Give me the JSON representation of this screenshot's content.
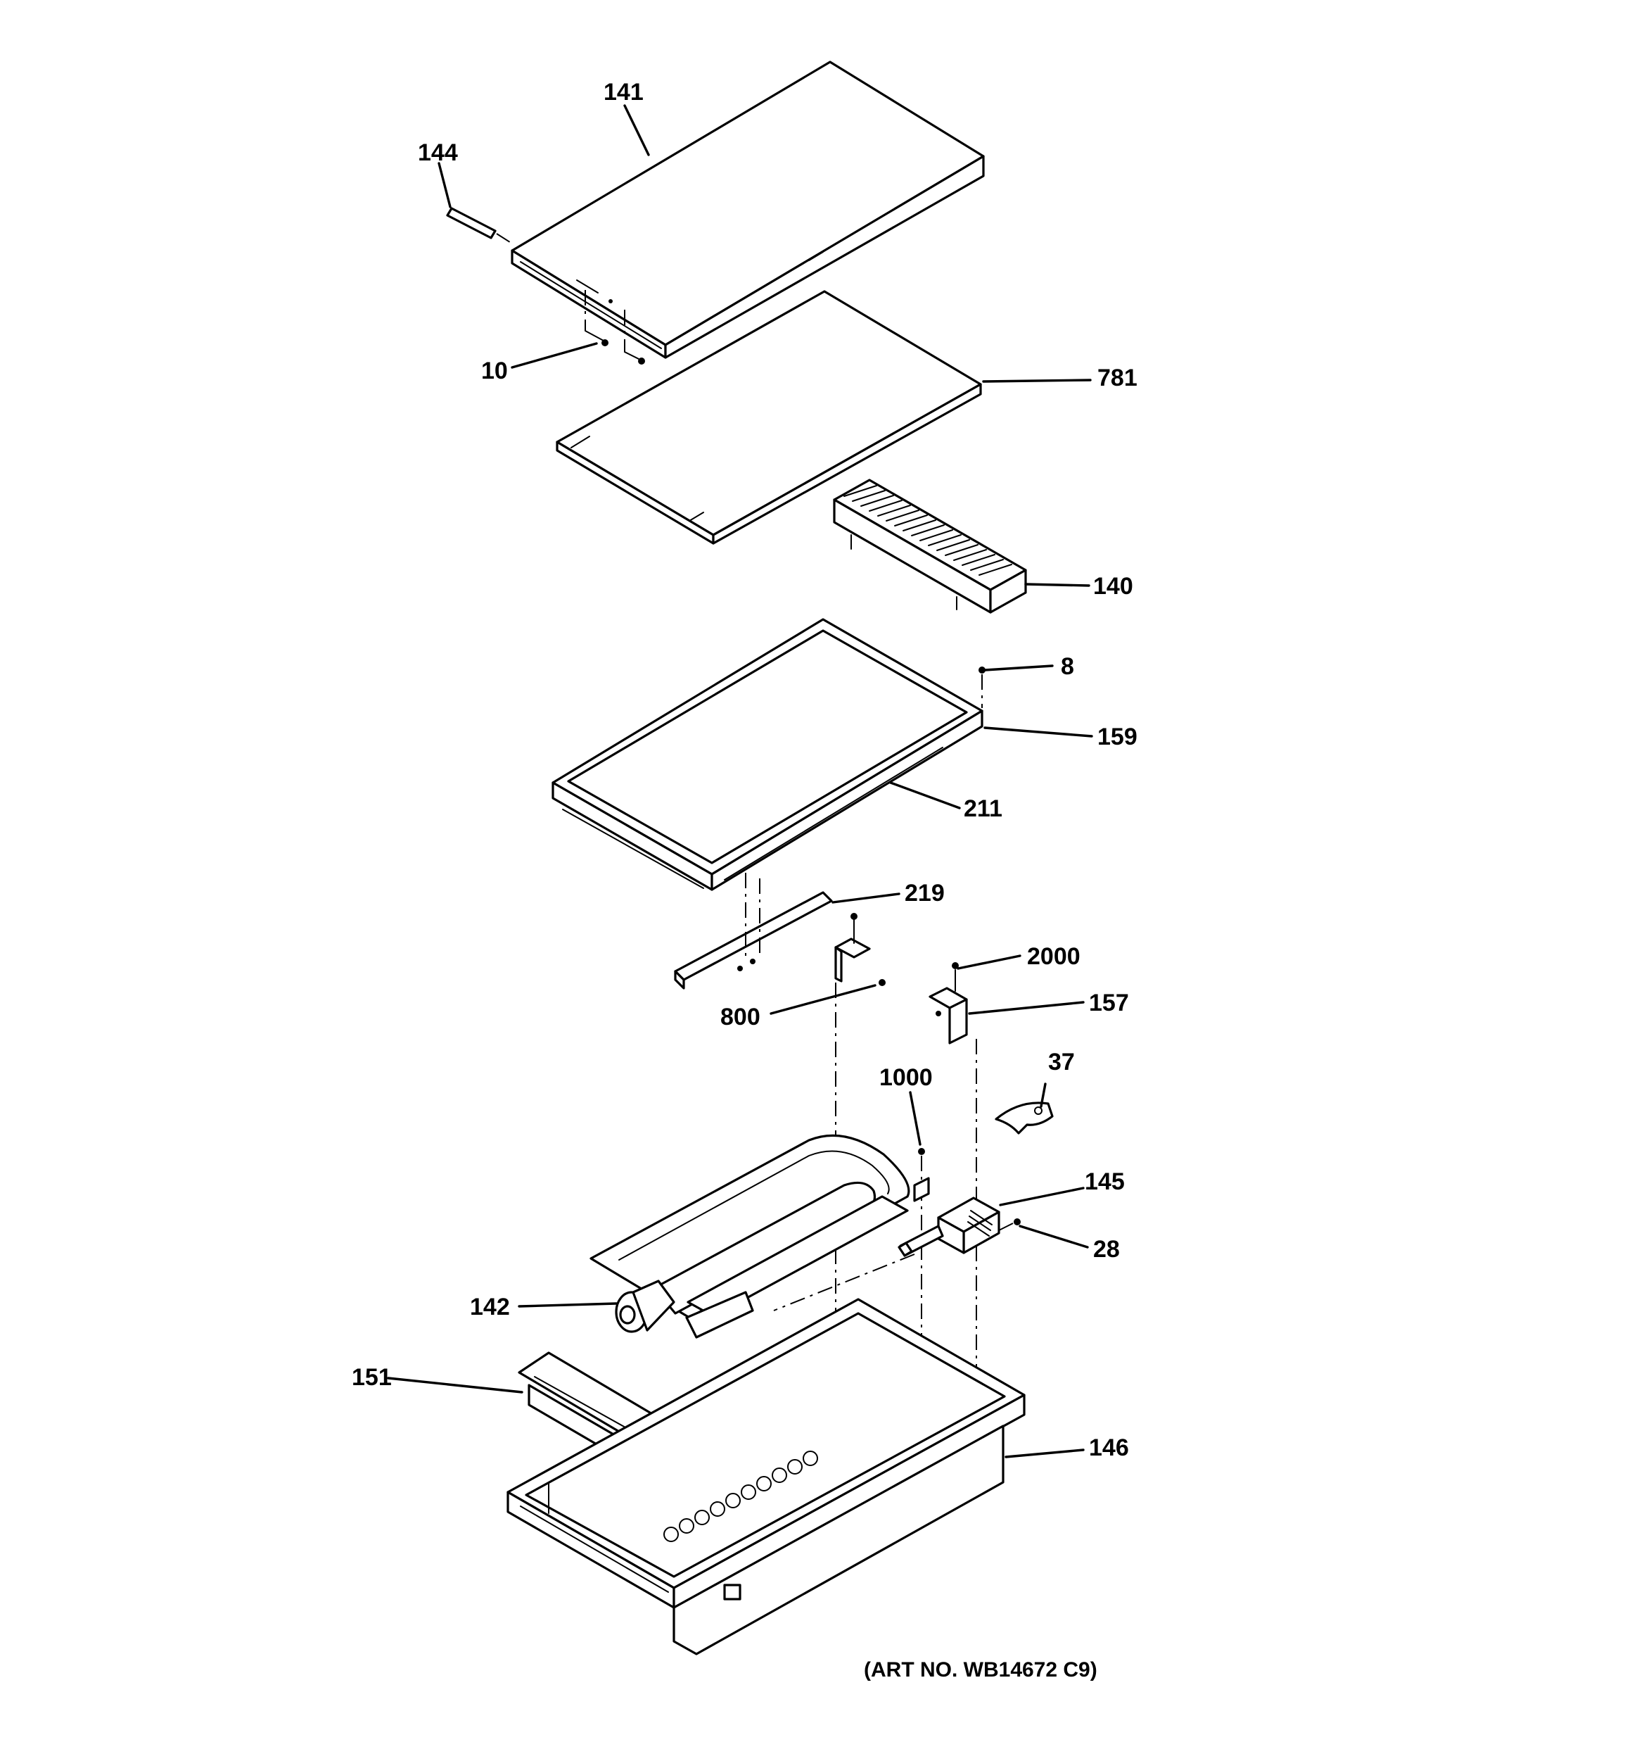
{
  "diagram": {
    "callouts": {
      "p141": "141",
      "p144": "144",
      "p10": "10",
      "p781": "781",
      "p140": "140",
      "p8": "8",
      "p159": "159",
      "p211": "211",
      "p219": "219",
      "p2000": "2000",
      "p157": "157",
      "p800": "800",
      "p1000": "1000",
      "p37": "37",
      "p145": "145",
      "p28": "28",
      "p142": "142",
      "p151": "151",
      "p146": "146"
    },
    "art_number": "(ART NO. WB14672 C9)"
  }
}
